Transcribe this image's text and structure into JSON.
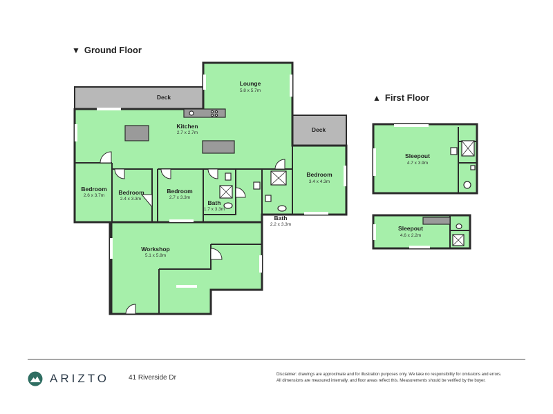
{
  "floors": {
    "ground": {
      "label": "Ground Floor",
      "arrow": "▼"
    },
    "first": {
      "label": "First Floor",
      "arrow": "▲"
    }
  },
  "rooms": {
    "lounge": {
      "name": "Lounge",
      "dims": "5.8 x 5.7m"
    },
    "kitchen": {
      "name": "Kitchen",
      "dims": "2.7 x 2.7m"
    },
    "deck_left": {
      "name": "Deck"
    },
    "deck_right": {
      "name": "Deck"
    },
    "bedroom_1": {
      "name": "Bedroom",
      "dims": "2.6 x 3.7m"
    },
    "bedroom_2": {
      "name": "Bedroom",
      "dims": "2.4 x 3.3m"
    },
    "bedroom_3": {
      "name": "Bedroom",
      "dims": "2.7 x 3.3m"
    },
    "bedroom_4": {
      "name": "Bedroom",
      "dims": "3.4 x 4.3m"
    },
    "bath_1": {
      "name": "Bath",
      "dims": "1.7 x 3.3m"
    },
    "bath_2": {
      "name": "Bath",
      "dims": "2.2 x 3.3m"
    },
    "workshop": {
      "name": "Workshop",
      "dims": "5.1 x 5.8m"
    },
    "sleepout_1": {
      "name": "Sleepout",
      "dims": "4.7 x 3.9m"
    },
    "sleepout_2": {
      "name": "Sleepout",
      "dims": "4.6 x 2.2m"
    }
  },
  "footer": {
    "brand": "ARIZTO",
    "address": "41 Riverside Dr",
    "disclaimer_line1": "Disclaimer: drawings are approximate and for illustration purposes only. We take no responsibility for omissions and errors.",
    "disclaimer_line2": "All dimensions are measured internally, and floor areas reflect this. Measurements should be verified by the buyer."
  },
  "colors": {
    "room_fill": "#a6efaa",
    "wall": "#2b2b2b",
    "deck": "#b8b8b8",
    "brand_logo": "#2f6e62",
    "brand_text": "#2e3c4a"
  },
  "icons": {
    "brand_logo": "mountain-circle-icon"
  }
}
